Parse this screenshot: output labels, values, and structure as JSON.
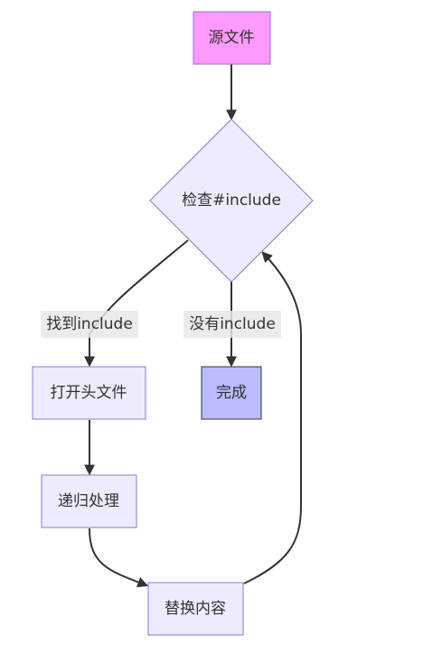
{
  "nodes": {
    "source": {
      "label": "源文件",
      "fill": "#ff99ff",
      "stroke": "#9370db"
    },
    "check": {
      "label": "检查#include",
      "fill": "#ececff",
      "stroke": "#9370db"
    },
    "open_header": {
      "label": "打开头文件",
      "fill": "#ececff",
      "stroke": "#9370db"
    },
    "done": {
      "label": "完成",
      "fill": "#bbbbff",
      "stroke": "#333333"
    },
    "recurse": {
      "label": "递归处理",
      "fill": "#ececff",
      "stroke": "#9370db"
    },
    "replace": {
      "label": "替换内容",
      "fill": "#ececff",
      "stroke": "#9370db"
    }
  },
  "edges": {
    "found_include": {
      "label": "找到include"
    },
    "no_include": {
      "label": "没有include"
    }
  }
}
